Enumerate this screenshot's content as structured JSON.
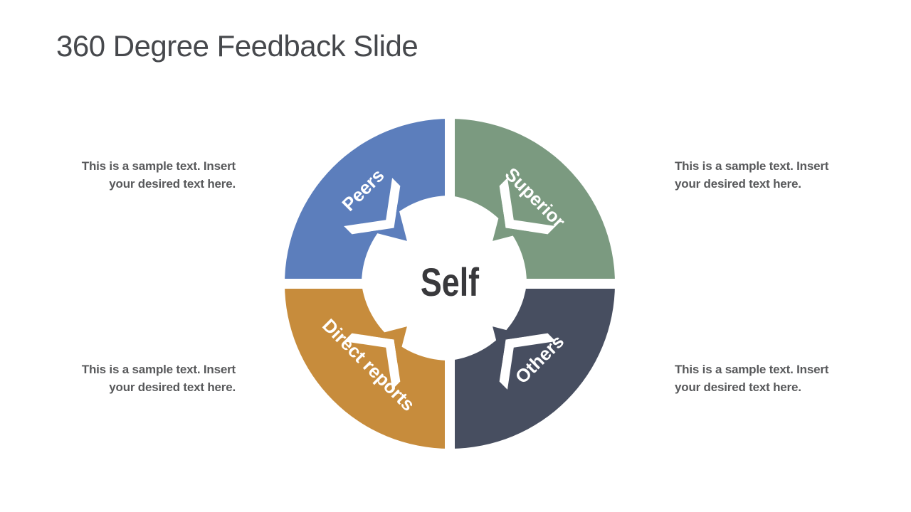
{
  "slide": {
    "title": "360 Degree Feedback Slide",
    "background_color": "#ffffff",
    "title_color": "#46484c",
    "caption_color": "#58595b"
  },
  "diagram": {
    "center_label": "Self",
    "center_label_color": "#39393c",
    "segments": [
      {
        "id": "peers",
        "label": "Peers",
        "color": "#5c7ebc",
        "position": "top-left"
      },
      {
        "id": "superior",
        "label": "Superior",
        "color": "#7b9a80",
        "position": "top-right"
      },
      {
        "id": "direct-reports",
        "label": "Direct reports",
        "color": "#c78c3c",
        "position": "bottom-left"
      },
      {
        "id": "others",
        "label": "Others",
        "color": "#474e60",
        "position": "bottom-right"
      }
    ]
  },
  "captions": {
    "left_top": {
      "lines": [
        "This is a sample text. Insert",
        "your desired text here."
      ]
    },
    "left_bottom": {
      "lines": [
        "This is a sample text. Insert",
        "your desired text here."
      ]
    },
    "right_top": {
      "lines": [
        "This is a sample text. Insert",
        "your desired text here."
      ]
    },
    "right_bottom": {
      "lines": [
        "This is a sample text. Insert",
        "your desired text here."
      ]
    }
  }
}
